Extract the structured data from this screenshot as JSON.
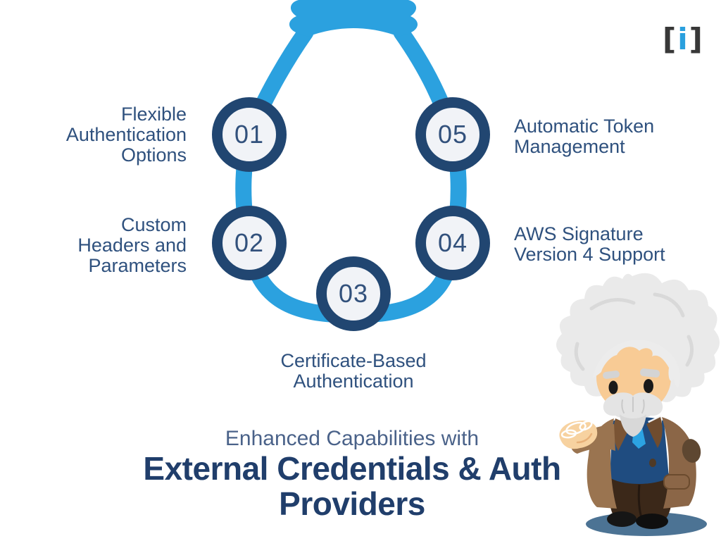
{
  "theme": {
    "loop_blue": "#2BA1DF",
    "ring_navy": "#214671",
    "ring_inner": "#F1F3F7",
    "number_navy": "#32517C",
    "label_navy": "#2F517E",
    "title_navy": "#203E6B",
    "kicker_slate": "#4A6289",
    "logo_dark": "#383838",
    "logo_blue": "#2AA0DE",
    "page_bg": "#FFFFFF"
  },
  "logo": {
    "open_bracket": "[",
    "letter": "i",
    "close_bracket": "]"
  },
  "diagram": {
    "steps": [
      {
        "number": "01",
        "label": "Flexible\nAuthentication\nOptions"
      },
      {
        "number": "02",
        "label": "Custom\nHeaders and\nParameters"
      },
      {
        "number": "03",
        "label": "Certificate-Based\nAuthentication"
      },
      {
        "number": "04",
        "label": "AWS Signature\nVersion 4 Support"
      },
      {
        "number": "05",
        "label": "Automatic Token\nManagement"
      }
    ]
  },
  "footer": {
    "kicker": "Enhanced Capabilities with",
    "title": "External Credentials & Auth\nProviders"
  },
  "mascot": {
    "description": "Einstein mascot illustration"
  }
}
